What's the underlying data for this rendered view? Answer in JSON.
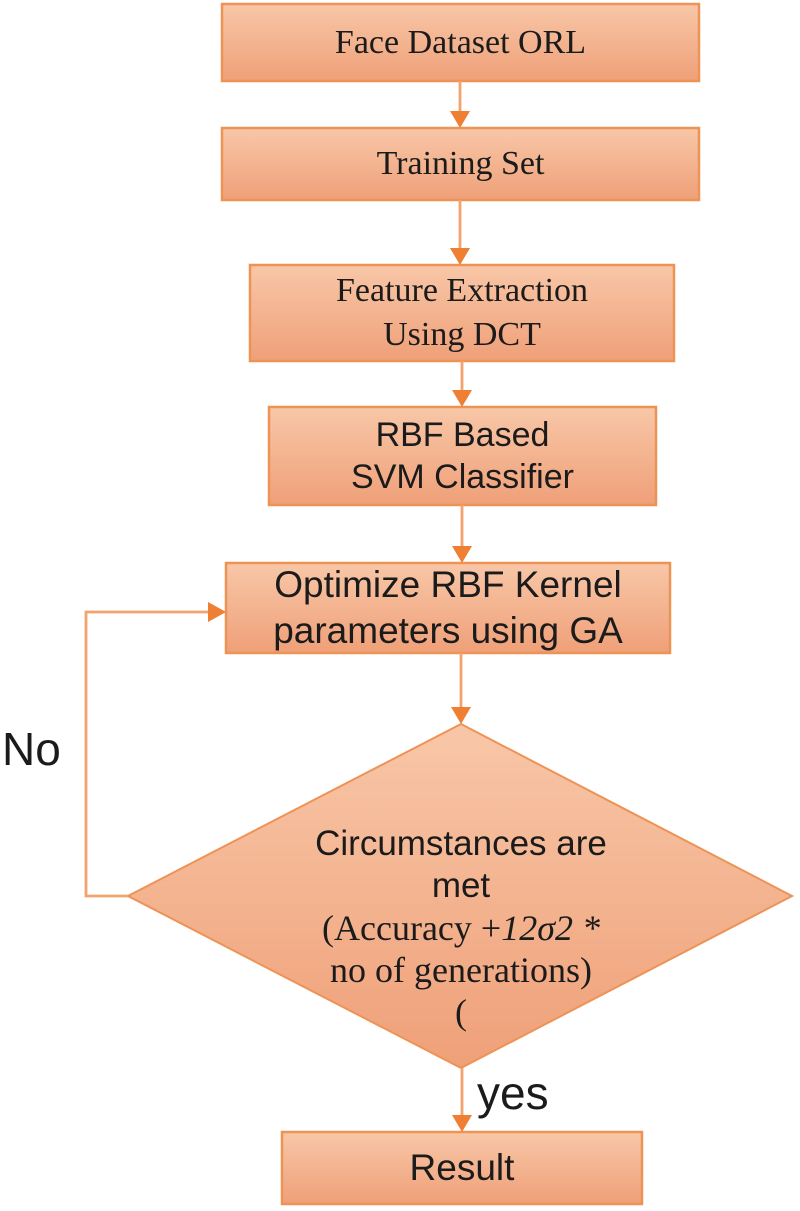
{
  "palette": {
    "fill_top": "#f8c7a8",
    "fill_bottom": "#efa078",
    "border": "#ee9356",
    "line": "#f2a36e",
    "arrowhead": "#ee7f33",
    "ink": "#1b1b1b"
  },
  "nodes": {
    "face_dataset": {
      "label": "Face Dataset ORL"
    },
    "training_set": {
      "label": "Training Set"
    },
    "feature_extraction": {
      "line1": "Feature Extraction",
      "line2": "Using DCT"
    },
    "rbf_svm": {
      "line1": "RBF Based",
      "line2": "SVM Classifier"
    },
    "optimize_ga": {
      "line1": "Optimize RBF Kernel",
      "line2": "parameters using GA"
    },
    "decision": {
      "line1": "Circumstances are",
      "line2": "met",
      "line3_prefix": "(Accuracy +",
      "line3_var": "12σ2 *",
      "line4": "no of generations)",
      "line5": "("
    },
    "result": {
      "label": "Result"
    }
  },
  "edge_labels": {
    "no": "No",
    "yes": "yes"
  }
}
